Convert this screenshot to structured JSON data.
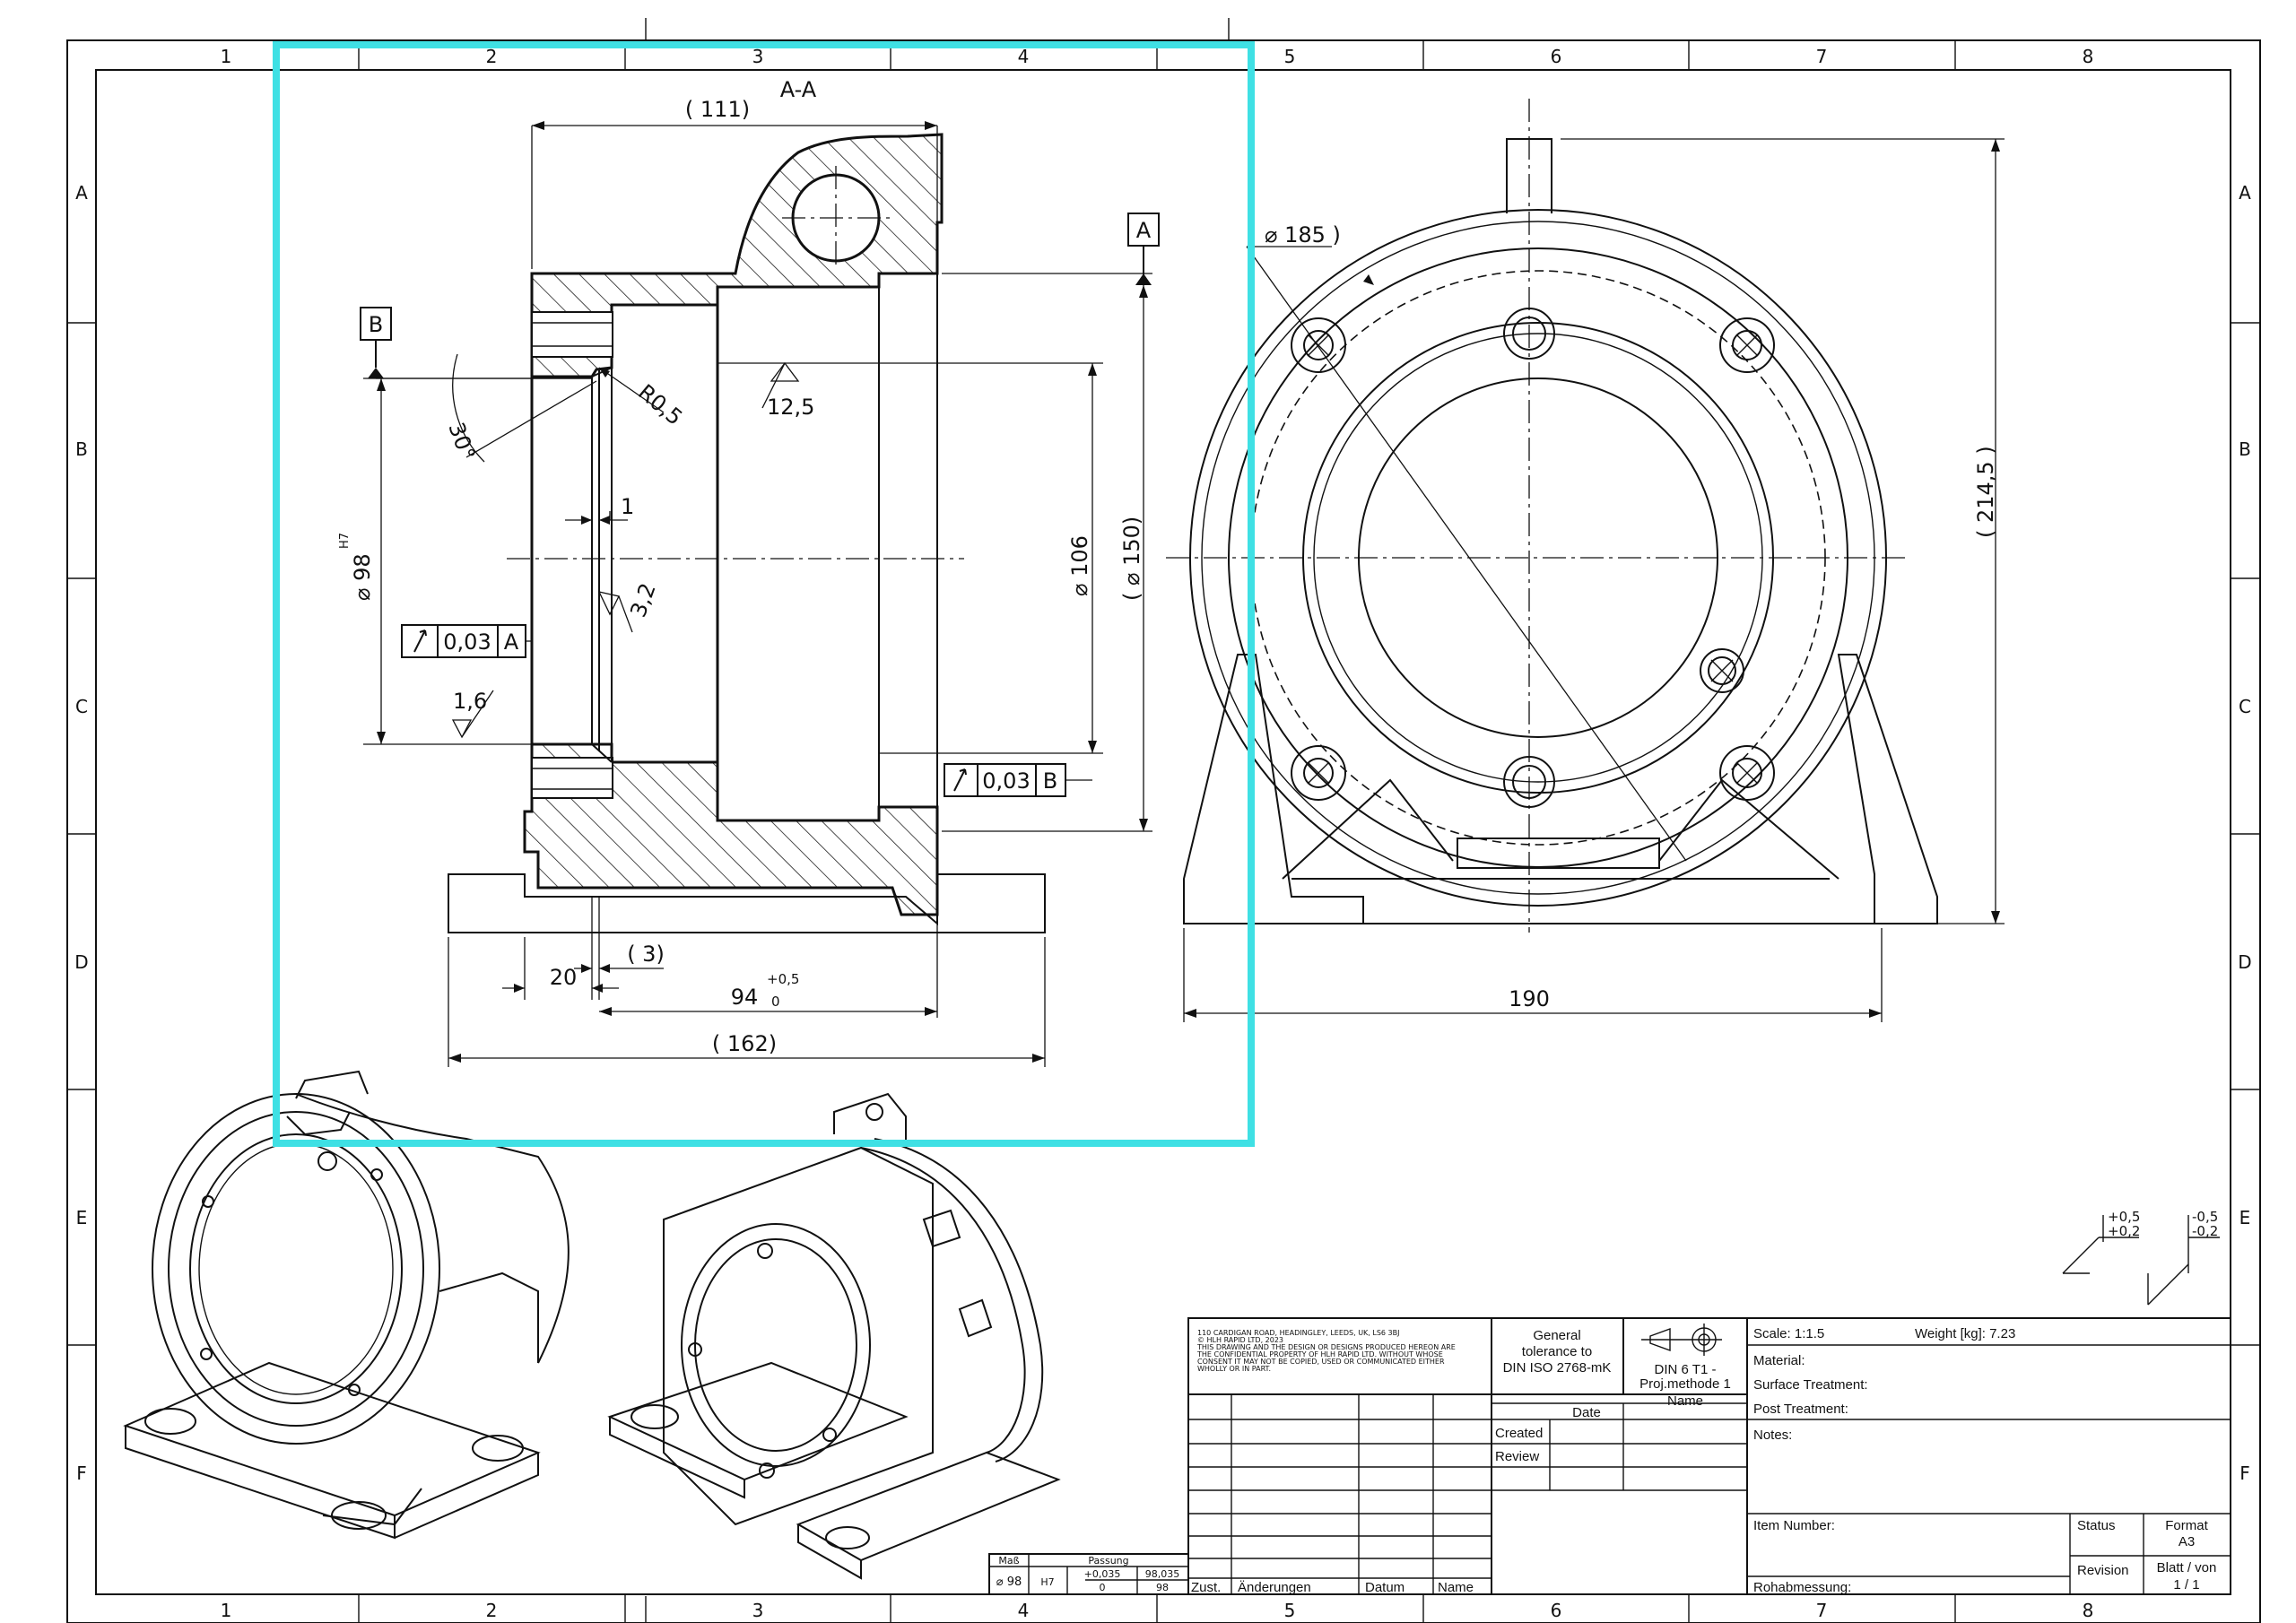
{
  "zones": {
    "columns": [
      "1",
      "2",
      "3",
      "4",
      "5",
      "6",
      "7",
      "8"
    ],
    "rows": [
      "A",
      "B",
      "C",
      "D",
      "E",
      "F"
    ]
  },
  "section_view": {
    "label": "A-A",
    "dims": {
      "len_111": "( 111)",
      "r05": "R0,5",
      "angle_30": "30°",
      "rough_12_5": "12,5",
      "dim_1": "1",
      "rough_3_2": "3,2",
      "dia_98": "⌀ 98",
      "fit_h7": "H7",
      "dia_106": "⌀ 106",
      "dia_150": "( ⌀ 150)",
      "rough_1_6": "1,6",
      "dim_20": "20",
      "dim_3": "( 3)",
      "dim_94": "94",
      "tol_plus": "+0,5",
      "tol_zero": "0",
      "len_162": "( 162)"
    },
    "datum_a": "A",
    "datum_b": "B",
    "fcf_a": {
      "value": "0,03",
      "datum": "A"
    },
    "fcf_b": {
      "value": "0,03",
      "datum": "B"
    }
  },
  "front_view": {
    "dia_185": "⌀ 185 )",
    "height_214_5": "( 214,5 )",
    "width_190": "190"
  },
  "tolerance_symbols": {
    "a_upper": "+0,5",
    "a_lower": "+0,2",
    "b_upper": "-0,5",
    "b_lower": "-0,2"
  },
  "fit_table": {
    "head_mass": "Maß",
    "head_passung": "Passung",
    "size": "⌀ 98",
    "fit": "H7",
    "upper": "+0,035",
    "upper_val": "98,035",
    "lower": "0",
    "lower_val": "98"
  },
  "title_block": {
    "company_lines": [
      "110 CARDIGAN ROAD, HEADINGLEY, LEEDS, UK, LS6 3BJ",
      "© HLH RAPID LTD, 2023",
      "THIS DRAWING AND THE DESIGN OR DESIGNS PRODUCED HEREON ARE",
      "THE CONFIDENTIAL PROPERTY OF HLH RAPID LTD. WITHOUT WHOSE",
      "CONSENT IT MAY NOT BE COPIED, USED OR COMMUNICATED EITHER",
      "WHOLLY OR IN PART."
    ],
    "tolerance_lines": [
      "General",
      "tolerance to",
      "DIN ISO 2768-mK"
    ],
    "proj_lines": [
      "DIN 6  T1 -",
      "Proj.methode 1"
    ],
    "scale": "Scale: 1:1.5",
    "weight": "Weight [kg]: 7.23",
    "material": "Material:",
    "surface": "Surface Treatment:",
    "post": "Post Treatment:",
    "notes": "Notes:",
    "date_head": "Date",
    "name_head": "Name",
    "created": "Created",
    "review": "Review",
    "item_number": "Item Number:",
    "status": "Status",
    "format_lines": [
      "Format",
      "A3"
    ],
    "revision": "Revision",
    "sheet_lines": [
      "Blatt / von",
      "1  /  1"
    ],
    "rohabmessung": "Rohabmessung:",
    "rev_zust": "Zust.",
    "rev_aenderungen": "Änderungen",
    "rev_datum": "Datum",
    "rev_name": "Name"
  },
  "colors": {
    "highlight": "#3fe0e4",
    "line": "#111111"
  }
}
